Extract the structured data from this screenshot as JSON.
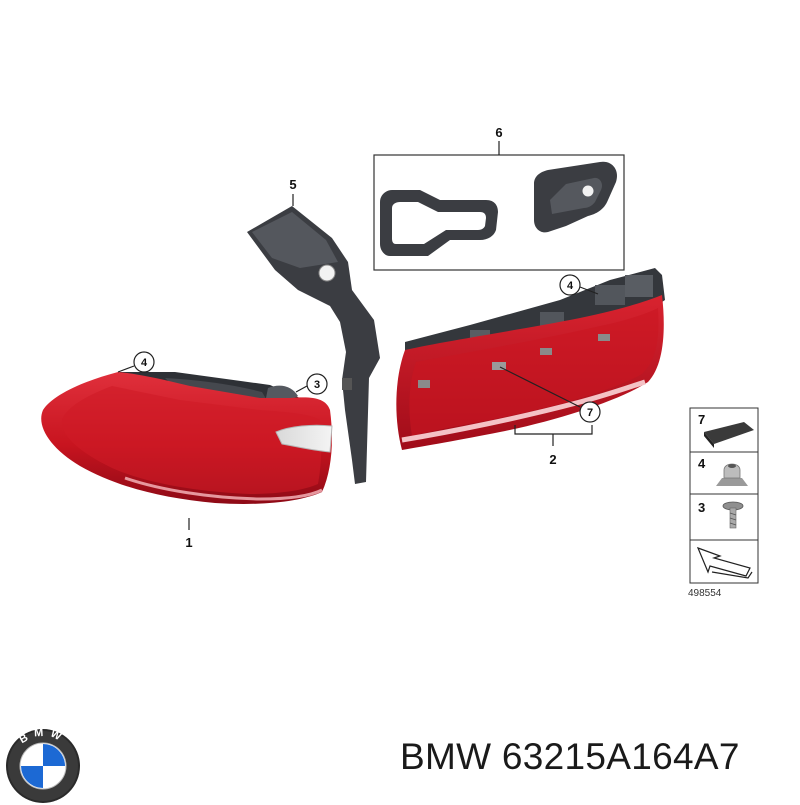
{
  "diagram": {
    "callouts": {
      "part1": "1",
      "part2": "2",
      "part3": "3",
      "part4_left": "4",
      "part4_right": "4",
      "part5": "5",
      "part6": "6",
      "part7": "7"
    },
    "legend": {
      "items": [
        {
          "number": "7",
          "icon": "foam-pad-icon"
        },
        {
          "number": "4",
          "icon": "clip-nut-icon"
        },
        {
          "number": "3",
          "icon": "screw-icon"
        },
        {
          "number": "",
          "icon": "arrow-pointer-icon"
        }
      ],
      "reference_number": "498554"
    }
  },
  "brand": {
    "logo_icon": "bmw-roundel-icon",
    "logo_letters": "BMW",
    "caption": "BMW 63215A164A7"
  },
  "colors": {
    "lamp_red": "#d21a2a",
    "lamp_dark_red": "#9e0d1a",
    "gasket": "#3b3d42",
    "logo_blue": "#1c69d4"
  }
}
